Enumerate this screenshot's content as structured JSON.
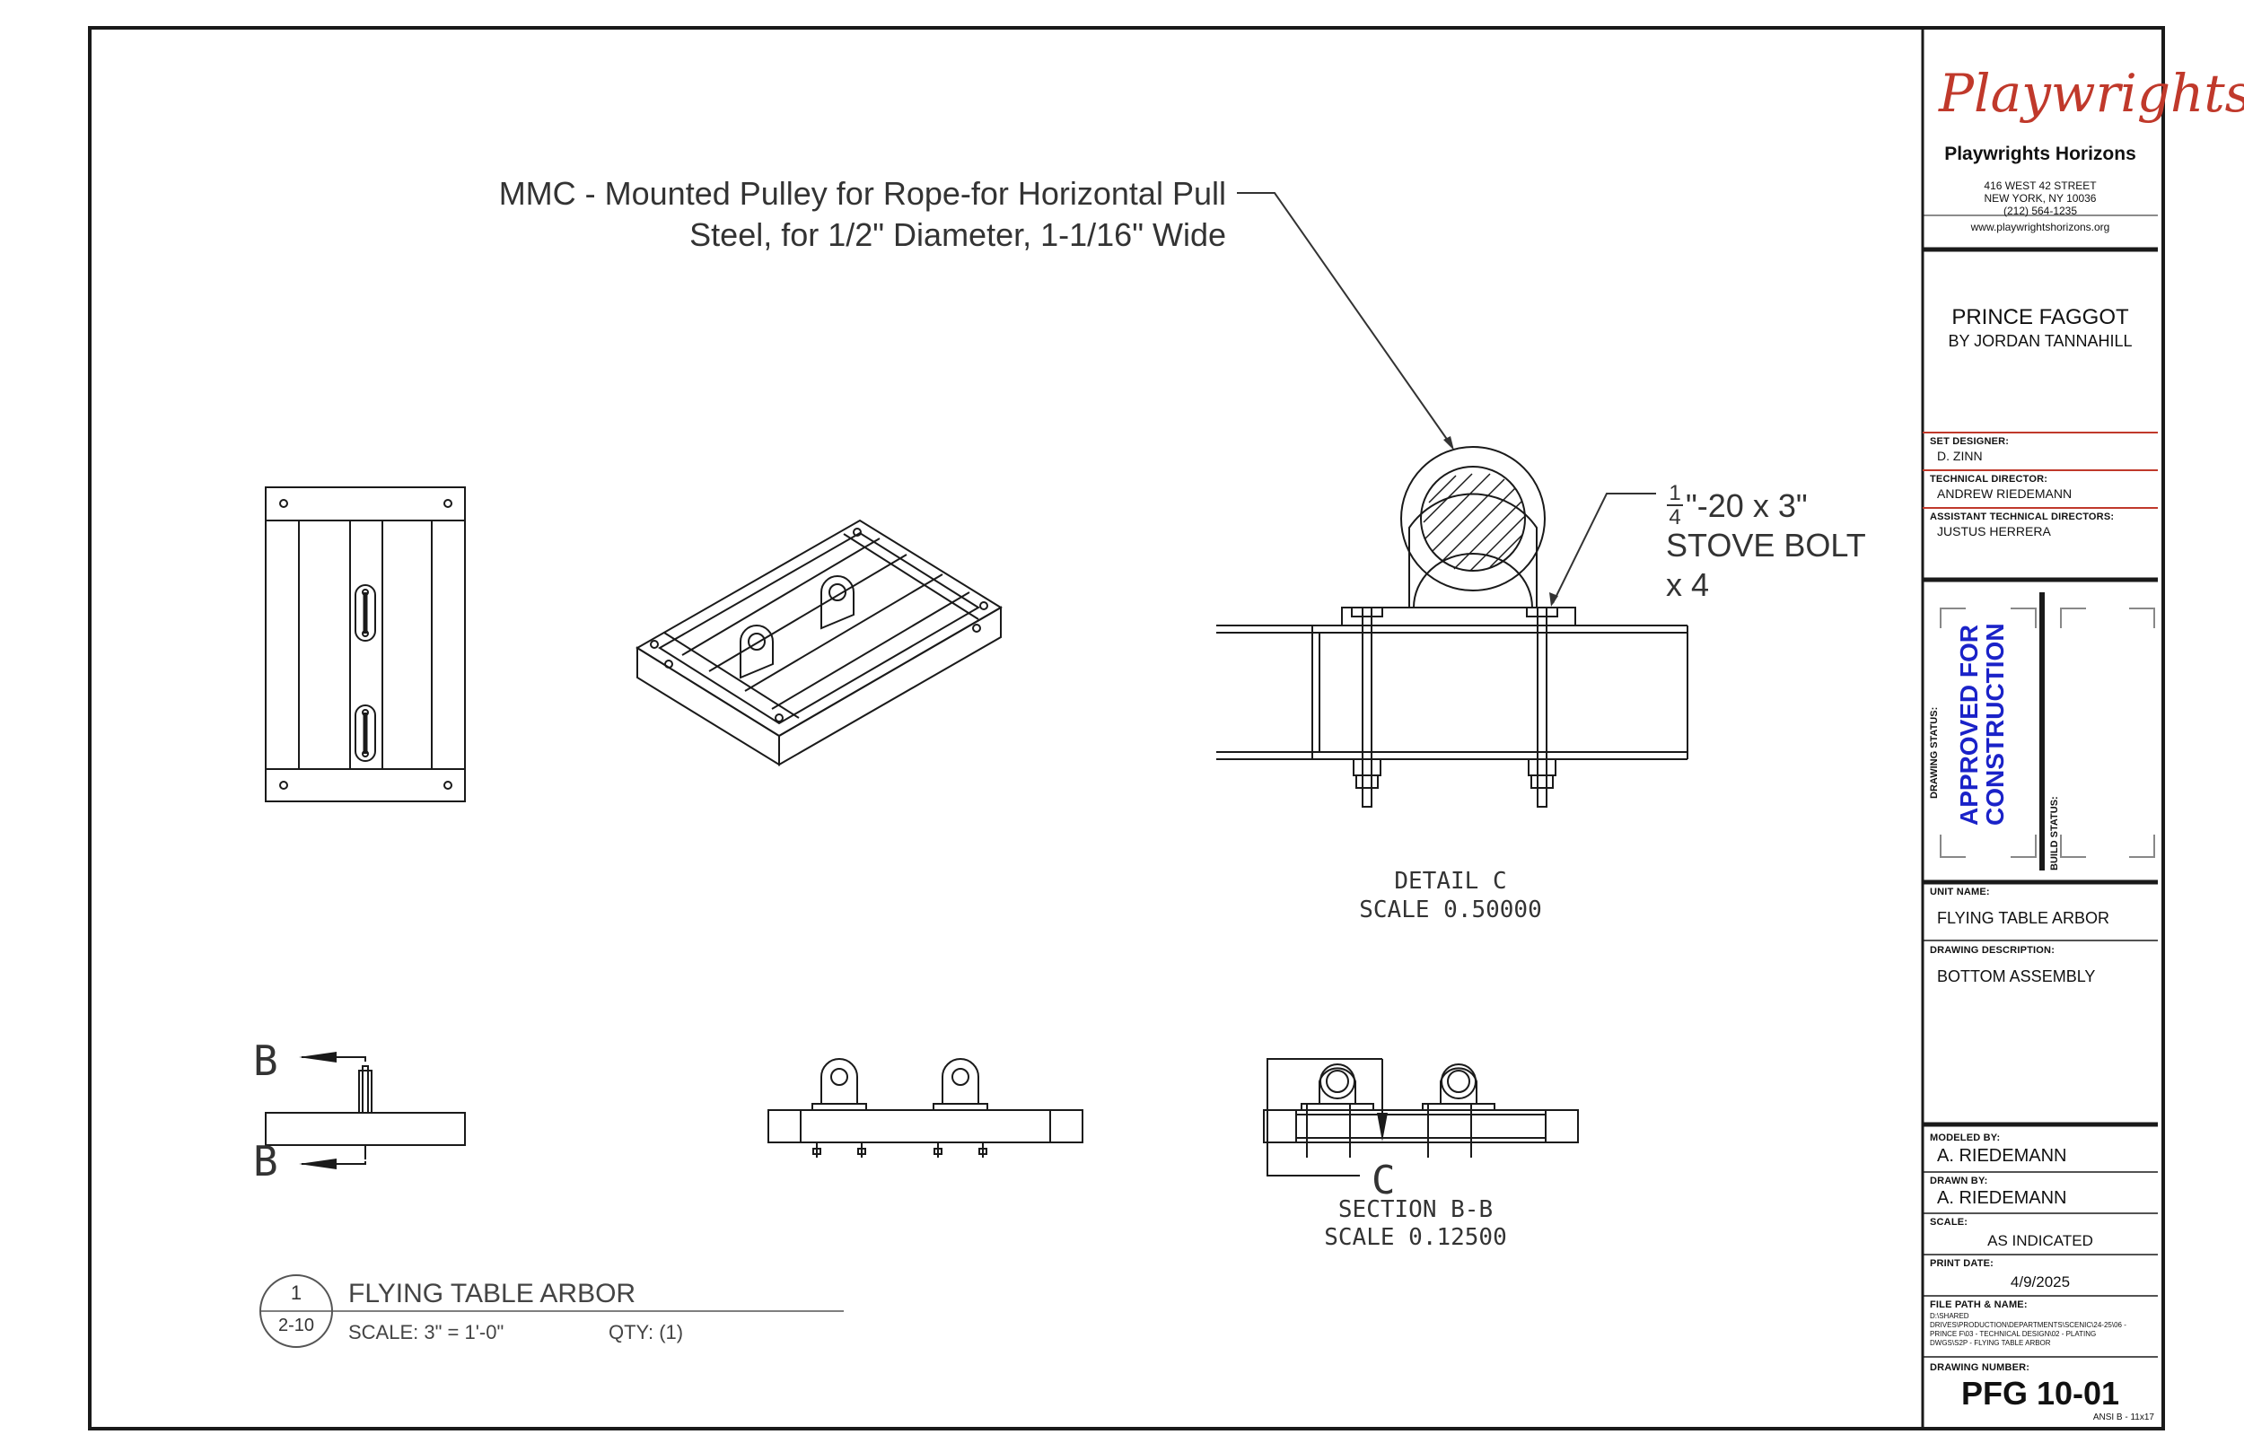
{
  "callout": {
    "line1": "MMC - Mounted Pulley for Rope-for Horizontal Pull",
    "line2": "Steel, for 1/2\" Diameter, 1-1/16\" Wide"
  },
  "bolt": {
    "frac_num": "1",
    "frac_den": "4",
    "spec": "\"-20  x 3\"",
    "line2": "STOVE BOLT",
    "line3": "x 4"
  },
  "detail": {
    "title": "DETAIL  C",
    "scale": "SCALE  0.50000"
  },
  "section": {
    "title": "SECTION  B-B",
    "scale": "SCALE  0.12500",
    "cut_label": "B",
    "detail_marker": "C"
  },
  "view_label": {
    "number": "1",
    "sheet": "2-10",
    "title": "FLYING TABLE ARBOR",
    "scale": "SCALE: 3\" = 1'-0\"",
    "qty": "QTY: (1)"
  },
  "title_block": {
    "logo_script": "Playwrights",
    "company": "Playwrights Horizons",
    "address1": "416 WEST 42 STREET",
    "address2": "NEW YORK, NY 10036",
    "phone": "(212) 564-1235",
    "web": "www.playwrightshorizons.org",
    "show_title": "PRINCE FAGGOT",
    "show_author": "BY JORDAN TANNAHILL",
    "set_designer_label": "SET DESIGNER:",
    "set_designer": "D. ZINN",
    "td_label": "TECHNICAL DIRECTOR:",
    "td": "ANDREW RIEDEMANN",
    "atd_label": "ASSISTANT TECHNICAL DIRECTORS:",
    "atd": "JUSTUS HERRERA",
    "drawing_status_label": "DRAWING STATUS:",
    "status_line1": "APPROVED FOR",
    "status_line2": "CONSTRUCTION",
    "build_status_label": "BUILD STATUS:",
    "unit_name_label": "UNIT NAME:",
    "unit_name": "FLYING TABLE ARBOR",
    "drawing_desc_label": "DRAWING DESCRIPTION:",
    "drawing_desc": "BOTTOM ASSEMBLY",
    "modeled_by_label": "MODELED BY:",
    "modeled_by": "A. RIEDEMANN",
    "drawn_by_label": "DRAWN BY:",
    "drawn_by": "A. RIEDEMANN",
    "scale_label": "SCALE:",
    "scale": "AS INDICATED",
    "print_date_label": "PRINT DATE:",
    "print_date": "4/9/2025",
    "file_path_label": "FILE PATH & NAME:",
    "file_path1": "D:\\SHARED",
    "file_path2": "DRIVES\\PRODUCTION\\DEPARTMENTS\\SCENIC\\24-25\\06 -",
    "file_path3": "PRINCE F\\03 - TECHNICAL DESIGN\\02 - PLATING",
    "file_path4": "DWGS\\S2P - FLYING TABLE ARBOR",
    "drawing_number_label": "DRAWING NUMBER:",
    "drawing_number": "PFG 10-01",
    "sheet_size": "ANSI B - 11x17"
  },
  "colors": {
    "accent_red": "#c0392b",
    "status_blue": "#1a22c8",
    "line": "#1a1a1a"
  }
}
